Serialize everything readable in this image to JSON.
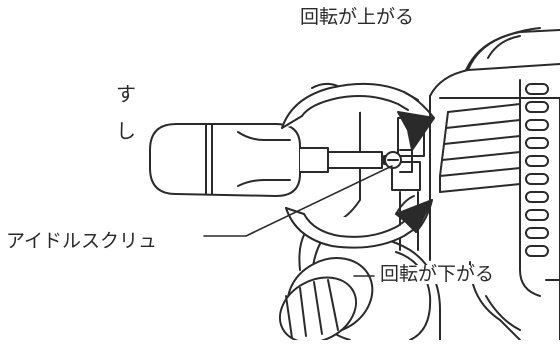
{
  "labels": {
    "rpm_up": "回転が上がる",
    "rpm_down": "回転が下がる",
    "idle_screw": "アイドルスクリュ"
  },
  "edge_text": {
    "line1": "す",
    "line2": "し"
  },
  "colors": {
    "ink": "#2a2a2a",
    "paper": "#ffffff"
  }
}
